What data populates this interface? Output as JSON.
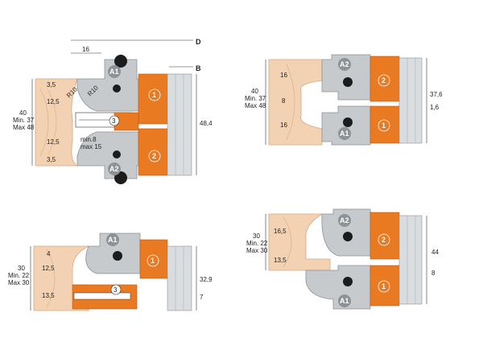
{
  "colors": {
    "wood": "#f3d2b3",
    "wood_grain": "#d7a984",
    "steel": "#c7cacd",
    "steel_dark": "#8d9296",
    "orange": "#ea7a22",
    "orange_light": "#f5a35e",
    "blade": "#d9dde0",
    "bolt": "#1c1c1c",
    "line": "#333333"
  },
  "icons": {
    "bolt": "hex-bolt-icon",
    "circle_label": "numbered-circle-icon"
  },
  "diagrams": [
    {
      "id": "top-left",
      "header": {
        "d": "D",
        "b": "B",
        "top_dim": "16"
      },
      "height_dims": [
        "40",
        "Min. 37",
        "Max 48"
      ],
      "left_dims": [
        "3,5",
        "12,5",
        "12,5",
        "3,5"
      ],
      "radius_labels": [
        "R10",
        "R10"
      ],
      "slot_dims": [
        "min.8",
        "max 15"
      ],
      "right_dim": "48,4",
      "labels": {
        "a1": "A1",
        "a2": "A2",
        "n1": "1",
        "n2": "2",
        "n3": "3"
      }
    },
    {
      "id": "top-right",
      "height_dims": [
        "40",
        "Min. 37",
        "Max 48"
      ],
      "left_dims": [
        "16",
        "8",
        "16"
      ],
      "right_dims": [
        "37,6",
        "1,6"
      ],
      "labels": {
        "a1": "A1",
        "a2": "A2",
        "n1": "1",
        "n2": "2"
      }
    },
    {
      "id": "bottom-left",
      "height_dims": [
        "30",
        "Min. 22",
        "Max 30"
      ],
      "left_dims": [
        "4",
        "12,5",
        "13,5"
      ],
      "right_dims": [
        "32,9",
        "7"
      ],
      "labels": {
        "a1": "A1",
        "n1": "1",
        "n3": "3"
      }
    },
    {
      "id": "bottom-right",
      "height_dims": [
        "30",
        "Min. 22",
        "Max 30"
      ],
      "left_dims": [
        "16,5",
        "13,5"
      ],
      "right_dims": [
        "44",
        "8"
      ],
      "labels": {
        "a1": "A1",
        "a2": "A2",
        "n1": "1",
        "n2": "2"
      }
    }
  ]
}
